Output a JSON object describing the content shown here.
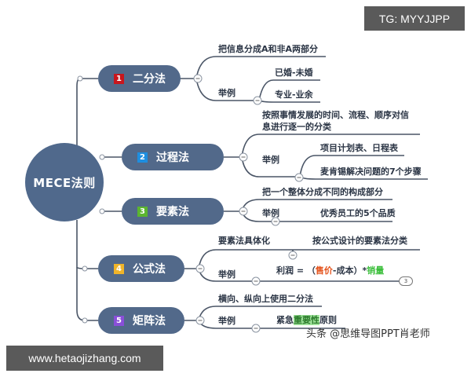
{
  "root": {
    "label": "MECE法则",
    "color": "#50698c"
  },
  "branches": [
    {
      "badge": "1",
      "badge_color": "#c8161d",
      "label": "二分法",
      "definition": "把信息分成A和非A两部分",
      "example_label": "举例",
      "examples": [
        "已婚-未婚",
        "专业-业余"
      ]
    },
    {
      "badge": "2",
      "badge_color": "#1e8ee0",
      "label": "过程法",
      "definition_line1": "按照事情发展的时间、流程、顺序对信",
      "definition_line2": "息进行逐一的分类",
      "example_label": "举例",
      "examples": [
        "项目计划表、日程表",
        "麦肯锡解决问题的7个步骤"
      ]
    },
    {
      "badge": "3",
      "badge_color": "#5bb52f",
      "label": "要素法",
      "definition": "把一个整体分成不同的构成部分",
      "example_label": "举例",
      "examples": [
        "优秀员工的5个品质"
      ]
    },
    {
      "badge": "4",
      "badge_color": "#f0b429",
      "label": "公式法",
      "definition": "要素法具体化",
      "definition_detail": "按公式设计的要素法分类",
      "example_label": "举例",
      "formula": {
        "prefix": "利润 = （",
        "red": "售价",
        "middle": "-成本）*",
        "green": "销量"
      },
      "collapsed_count": "3"
    },
    {
      "badge": "5",
      "badge_color": "#8a4fd8",
      "label": "矩阵法",
      "definition": "横向、纵向上使用二分法",
      "example_label": "举例",
      "example": {
        "prefix": "紧急",
        "highlight": "重要性",
        "suffix": "原则"
      }
    }
  ],
  "watermarks": {
    "top_right": "TG: MYYJJPP",
    "bottom_left": "www.hetaojizhang.com",
    "credit": "头条 @思维导图PPT肖老师"
  },
  "colors": {
    "line": "#4a5566",
    "node": "#52698a"
  }
}
